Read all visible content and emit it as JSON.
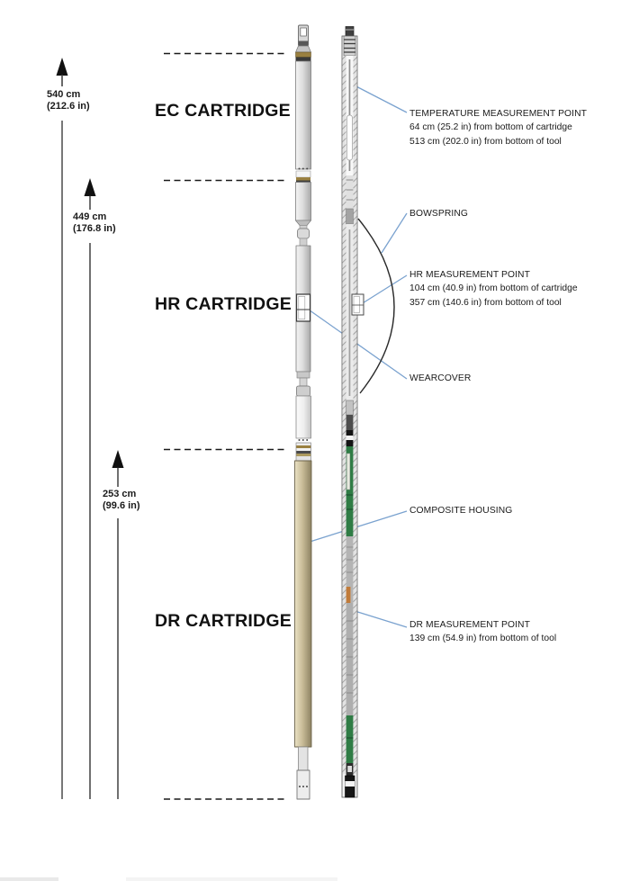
{
  "cartridge_labels": [
    {
      "label": "EC CARTRIDGE"
    },
    {
      "label": "HR CARTRIDGE"
    },
    {
      "label": "DR CARTRIDGE"
    }
  ],
  "dimension_labels": [
    {
      "cm": "540 cm",
      "in": "(212.6 in)"
    },
    {
      "cm": "449 cm",
      "in": "(176.8 in)"
    },
    {
      "cm": "253 cm",
      "in": "(99.6 in)"
    }
  ],
  "annotations": {
    "temperature": {
      "title": "TEMPERATURE MEASUREMENT POINT",
      "detail1": "64 cm (25.2 in) from bottom of cartridge",
      "detail2": "513 cm (202.0 in) from bottom of tool"
    },
    "bowspring": {
      "title": "BOWSPRING"
    },
    "hr": {
      "title": "HR MEASUREMENT POINT",
      "detail1": "104 cm (40.9 in) from bottom of cartridge",
      "detail2": "357 cm (140.6 in) from bottom of tool"
    },
    "wearcover": {
      "title": "WEARCOVER"
    },
    "composite_housing": {
      "title": "COMPOSITE HOUSING"
    },
    "dr": {
      "title": "DR MEASUREMENT POINT",
      "detail1": "139 cm (54.9 in) from bottom of tool"
    }
  },
  "colors": {
    "annotation_line": "#7aa2cf",
    "housing_tan": "#c9bc98",
    "board_green": "#2f7c45",
    "band_gold": "#9a8040",
    "text": "#1a1a1a"
  }
}
